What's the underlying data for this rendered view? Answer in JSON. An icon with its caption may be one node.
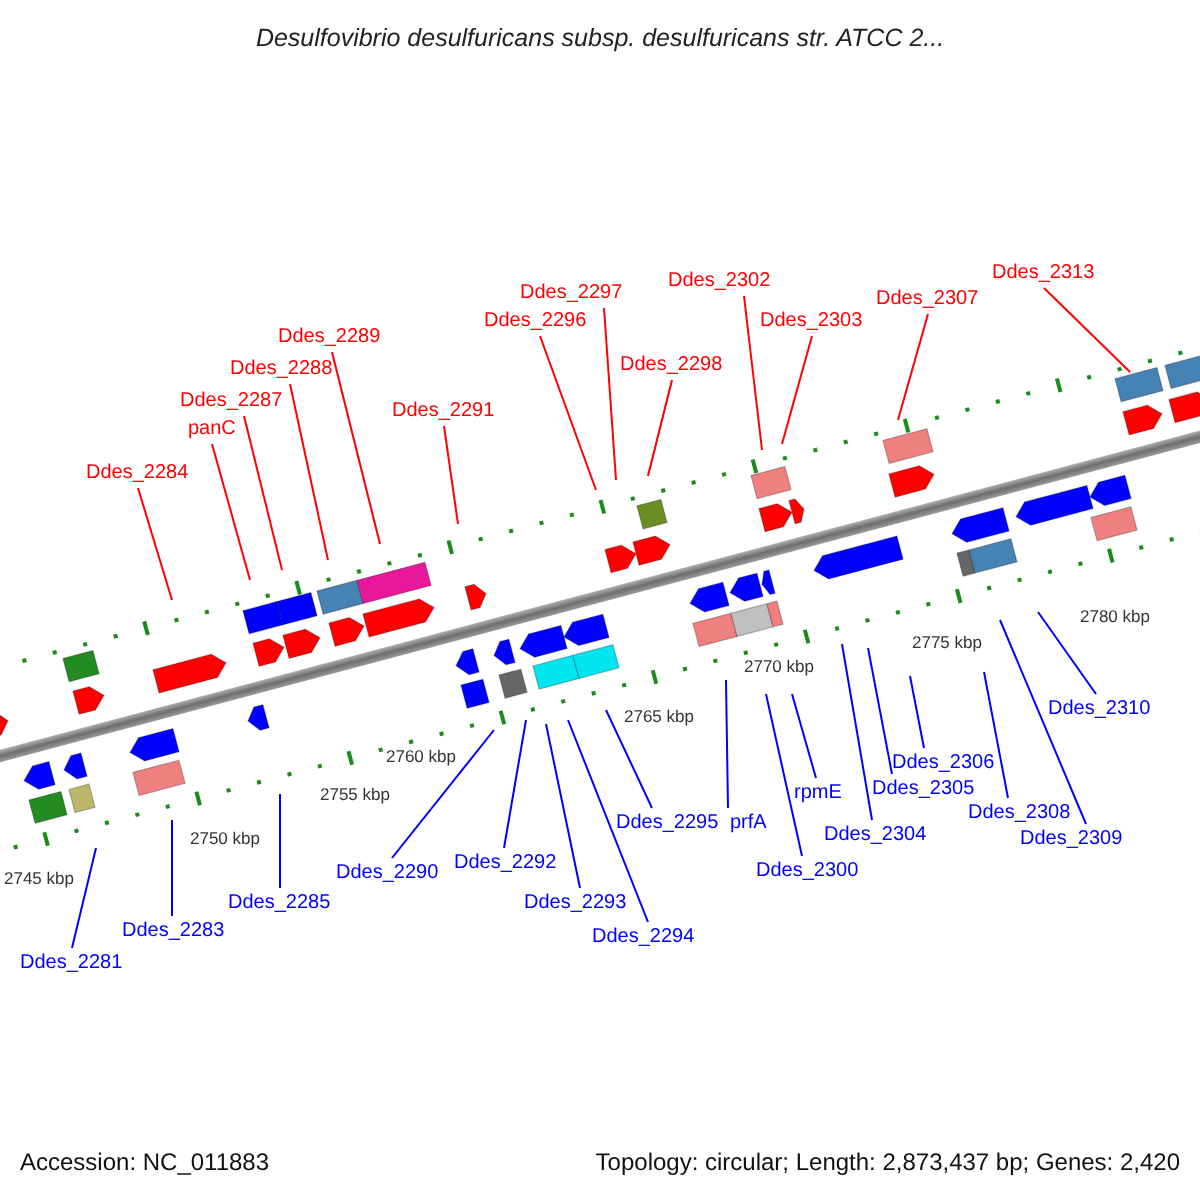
{
  "diagram": {
    "title": "Desulfovibrio desulfuricans subsp. desulfuricans str. ATCC 2...",
    "nodes": [
      {
        "text": [
          "Ddes_2284"
        ]
      },
      {
        "text": [
          "panC"
        ]
      },
      {
        "text": [
          "Ddes_2287"
        ]
      },
      {
        "text": [
          "Ddes_2288"
        ]
      },
      {
        "text": [
          "Ddes_2289"
        ]
      },
      {
        "text": [
          "Ddes_2291"
        ]
      },
      {
        "text": [
          "Ddes_2296"
        ]
      },
      {
        "text": [
          "Ddes_2297"
        ]
      },
      {
        "text": [
          "Ddes_2298"
        ]
      },
      {
        "text": [
          "Ddes_2302"
        ]
      },
      {
        "text": [
          "Ddes_2303"
        ]
      },
      {
        "text": [
          "Ddes_2307"
        ]
      },
      {
        "text": [
          "Ddes_2313"
        ]
      },
      {
        "text": [
          "Ddes_2281"
        ]
      },
      {
        "text": [
          "Ddes_2283"
        ]
      },
      {
        "text": [
          "Ddes_2285"
        ]
      },
      {
        "text": [
          "Ddes_2290"
        ]
      },
      {
        "text": [
          "Ddes_2292"
        ]
      },
      {
        "text": [
          "Ddes_2293"
        ]
      },
      {
        "text": [
          "Ddes_2294"
        ]
      },
      {
        "text": [
          "Ddes_2295"
        ]
      },
      {
        "text": [
          "prfA"
        ]
      },
      {
        "text": [
          "rpmE"
        ]
      },
      {
        "text": [
          "Ddes_2300"
        ]
      },
      {
        "text": [
          "Ddes_2304"
        ]
      },
      {
        "text": [
          "Ddes_2305"
        ]
      },
      {
        "text": [
          "Ddes_2306"
        ]
      },
      {
        "text": [
          "Ddes_2308"
        ]
      },
      {
        "text": [
          "Ddes_2309"
        ]
      },
      {
        "text": [
          "Ddes_2310"
        ]
      }
    ],
    "edges": [
      {
        "from": 0,
        "to": null,
        "arrow": "none",
        "color": "#ff0000"
      },
      {
        "from": 1,
        "to": null,
        "arrow": "none",
        "color": "#ff0000"
      },
      {
        "from": 2,
        "to": null,
        "arrow": "none",
        "color": "#ff0000"
      },
      {
        "from": 3,
        "to": null,
        "arrow": "none",
        "color": "#ff0000"
      },
      {
        "from": 4,
        "to": null,
        "arrow": "none",
        "color": "#ff0000"
      },
      {
        "from": 5,
        "to": null,
        "arrow": "none",
        "color": "#ff0000"
      },
      {
        "from": 6,
        "to": null,
        "arrow": "none",
        "color": "#ff0000"
      },
      {
        "from": 7,
        "to": null,
        "arrow": "none",
        "color": "#ff0000"
      },
      {
        "from": 8,
        "to": null,
        "arrow": "none",
        "color": "#ff0000"
      },
      {
        "from": 9,
        "to": null,
        "arrow": "none",
        "color": "#ff0000"
      },
      {
        "from": 10,
        "to": null,
        "arrow": "none",
        "color": "#ff0000"
      },
      {
        "from": 11,
        "to": null,
        "arrow": "none",
        "color": "#ff0000"
      },
      {
        "from": 12,
        "to": null,
        "arrow": "none",
        "color": "#ff0000"
      },
      {
        "from": 13,
        "to": null,
        "arrow": "none"
      },
      {
        "from": 14,
        "to": null,
        "arrow": "none"
      },
      {
        "from": 15,
        "to": null,
        "arrow": "none"
      },
      {
        "from": 16,
        "to": null,
        "arrow": "none"
      },
      {
        "from": 17,
        "to": null,
        "arrow": "none"
      },
      {
        "from": 18,
        "to": null,
        "arrow": "none"
      },
      {
        "from": 19,
        "to": null,
        "arrow": "none"
      },
      {
        "from": 20,
        "to": null,
        "arrow": "none"
      },
      {
        "from": 21,
        "to": null,
        "arrow": "none"
      },
      {
        "from": 22,
        "to": null,
        "arrow": "none"
      },
      {
        "from": 23,
        "to": null,
        "arrow": "none"
      },
      {
        "from": 24,
        "to": null,
        "arrow": "none"
      },
      {
        "from": 25,
        "to": null,
        "arrow": "none"
      },
      {
        "from": 26,
        "to": null,
        "arrow": "none"
      },
      {
        "from": 27,
        "to": null,
        "arrow": "none"
      },
      {
        "from": 28,
        "to": null,
        "arrow": "none"
      },
      {
        "from": 29,
        "to": null,
        "arrow": "none"
      }
    ],
    "labels": [
      "2745 kbp",
      "2750 kbp",
      "2755 kbp",
      "2760 kbp",
      "2765 kbp",
      "2770 kbp",
      "2775 kbp",
      "2780 kbp",
      "Accession: NC_011883",
      "Topology: circular; Length: 2,873,437 bp; Genes: 2,420"
    ]
  }
}
